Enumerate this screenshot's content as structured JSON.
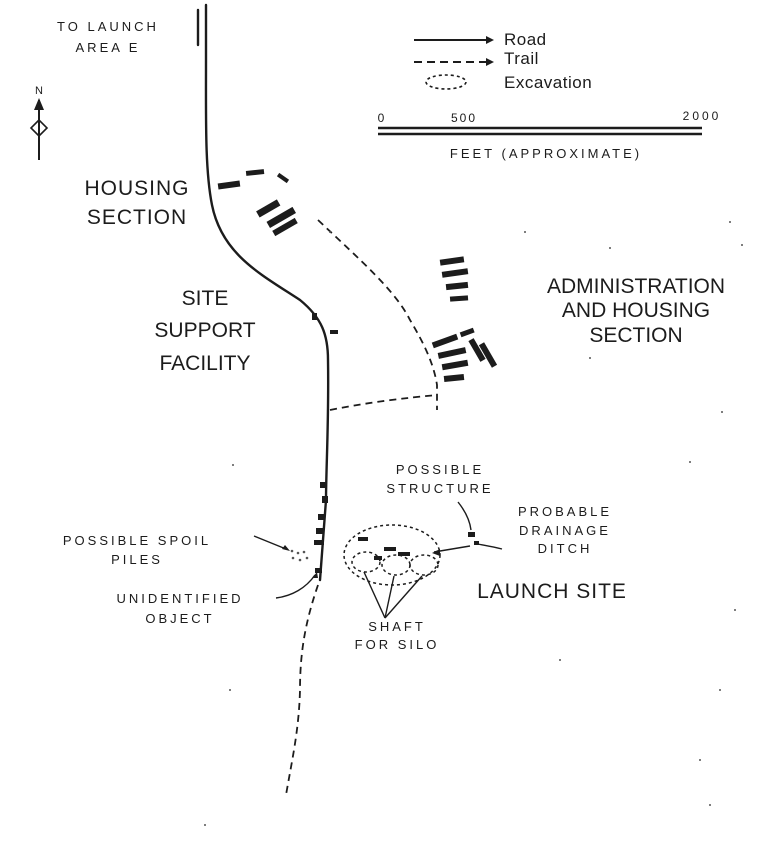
{
  "title_to_launch": [
    "TO LAUNCH",
    "AREA E"
  ],
  "north": "N",
  "legend": {
    "road": "Road",
    "trail": "Trail",
    "excavation": "Excavation"
  },
  "scale": {
    "ticks": [
      "0",
      "500",
      "2000"
    ],
    "unit": "FEET (APPROXIMATE)"
  },
  "labels": {
    "housing_section": [
      "HOUSING",
      "SECTION"
    ],
    "site_support": [
      "SITE",
      "SUPPORT",
      "FACILITY"
    ],
    "admin_housing": [
      "ADMINISTRATION",
      "AND HOUSING",
      "SECTION"
    ],
    "possible_structure": [
      "POSSIBLE",
      "STRUCTURE"
    ],
    "probable_drainage": [
      "PROBABLE",
      "DRAINAGE",
      "DITCH"
    ],
    "possible_spoil": [
      "POSSIBLE SPOIL",
      "PILES"
    ],
    "unidentified": [
      "UNIDENTIFIED",
      "OBJECT"
    ],
    "launch_site": "LAUNCH SITE",
    "shaft": [
      "SHAFT",
      "FOR SILO"
    ]
  }
}
